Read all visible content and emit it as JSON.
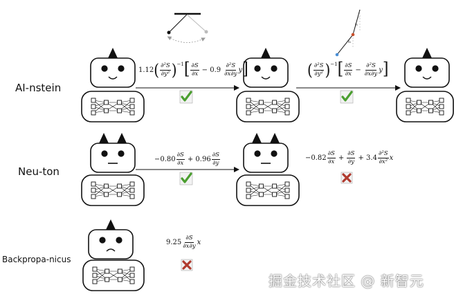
{
  "rows": [
    {
      "label": "AI-nstein"
    },
    {
      "label": "Neu-ton"
    },
    {
      "label": "Backpropa-nicus"
    }
  ],
  "equations": {
    "ainstein_step1": {
      "coef": "1.12",
      "exp": "−1",
      "d2S": "∂²S",
      "dy2": "∂y²",
      "dS": "∂S",
      "dx": "∂x",
      "minus": "− 0.9",
      "dxdy": "∂x∂y",
      "tail": "y"
    },
    "ainstein_step2": {
      "exp": "−1",
      "d2S": "∂²S",
      "dy2": "∂y²",
      "dS": "∂S",
      "dx": "∂x",
      "minus": "−",
      "dxdy": "∂x∂y",
      "tail": "y"
    },
    "neuton_step1": {
      "coef": "−0.80",
      "dS": "∂S",
      "dx": "∂x",
      "plus": "+ 0.96",
      "dy": "∂y"
    },
    "neuton_step2": {
      "coef": "−0.82",
      "dS": "∂S",
      "dx": "∂x",
      "plus": "+",
      "dy": "∂y",
      "plus2": "+ 3.4",
      "d2S": "∂²S",
      "dx2": "∂x²",
      "tail": "x"
    },
    "backprop_step1": {
      "coef": "9.25",
      "dS": "∂S",
      "dxdy": "∂x∂y",
      "tail": "x"
    }
  },
  "status": {
    "ok_color": "#4a9e2f",
    "fail_color": "#b03a2e",
    "ok_icon": "check-icon",
    "fail_icon": "cross-icon"
  },
  "watermark": "掘金技术社区 @ 新智元"
}
